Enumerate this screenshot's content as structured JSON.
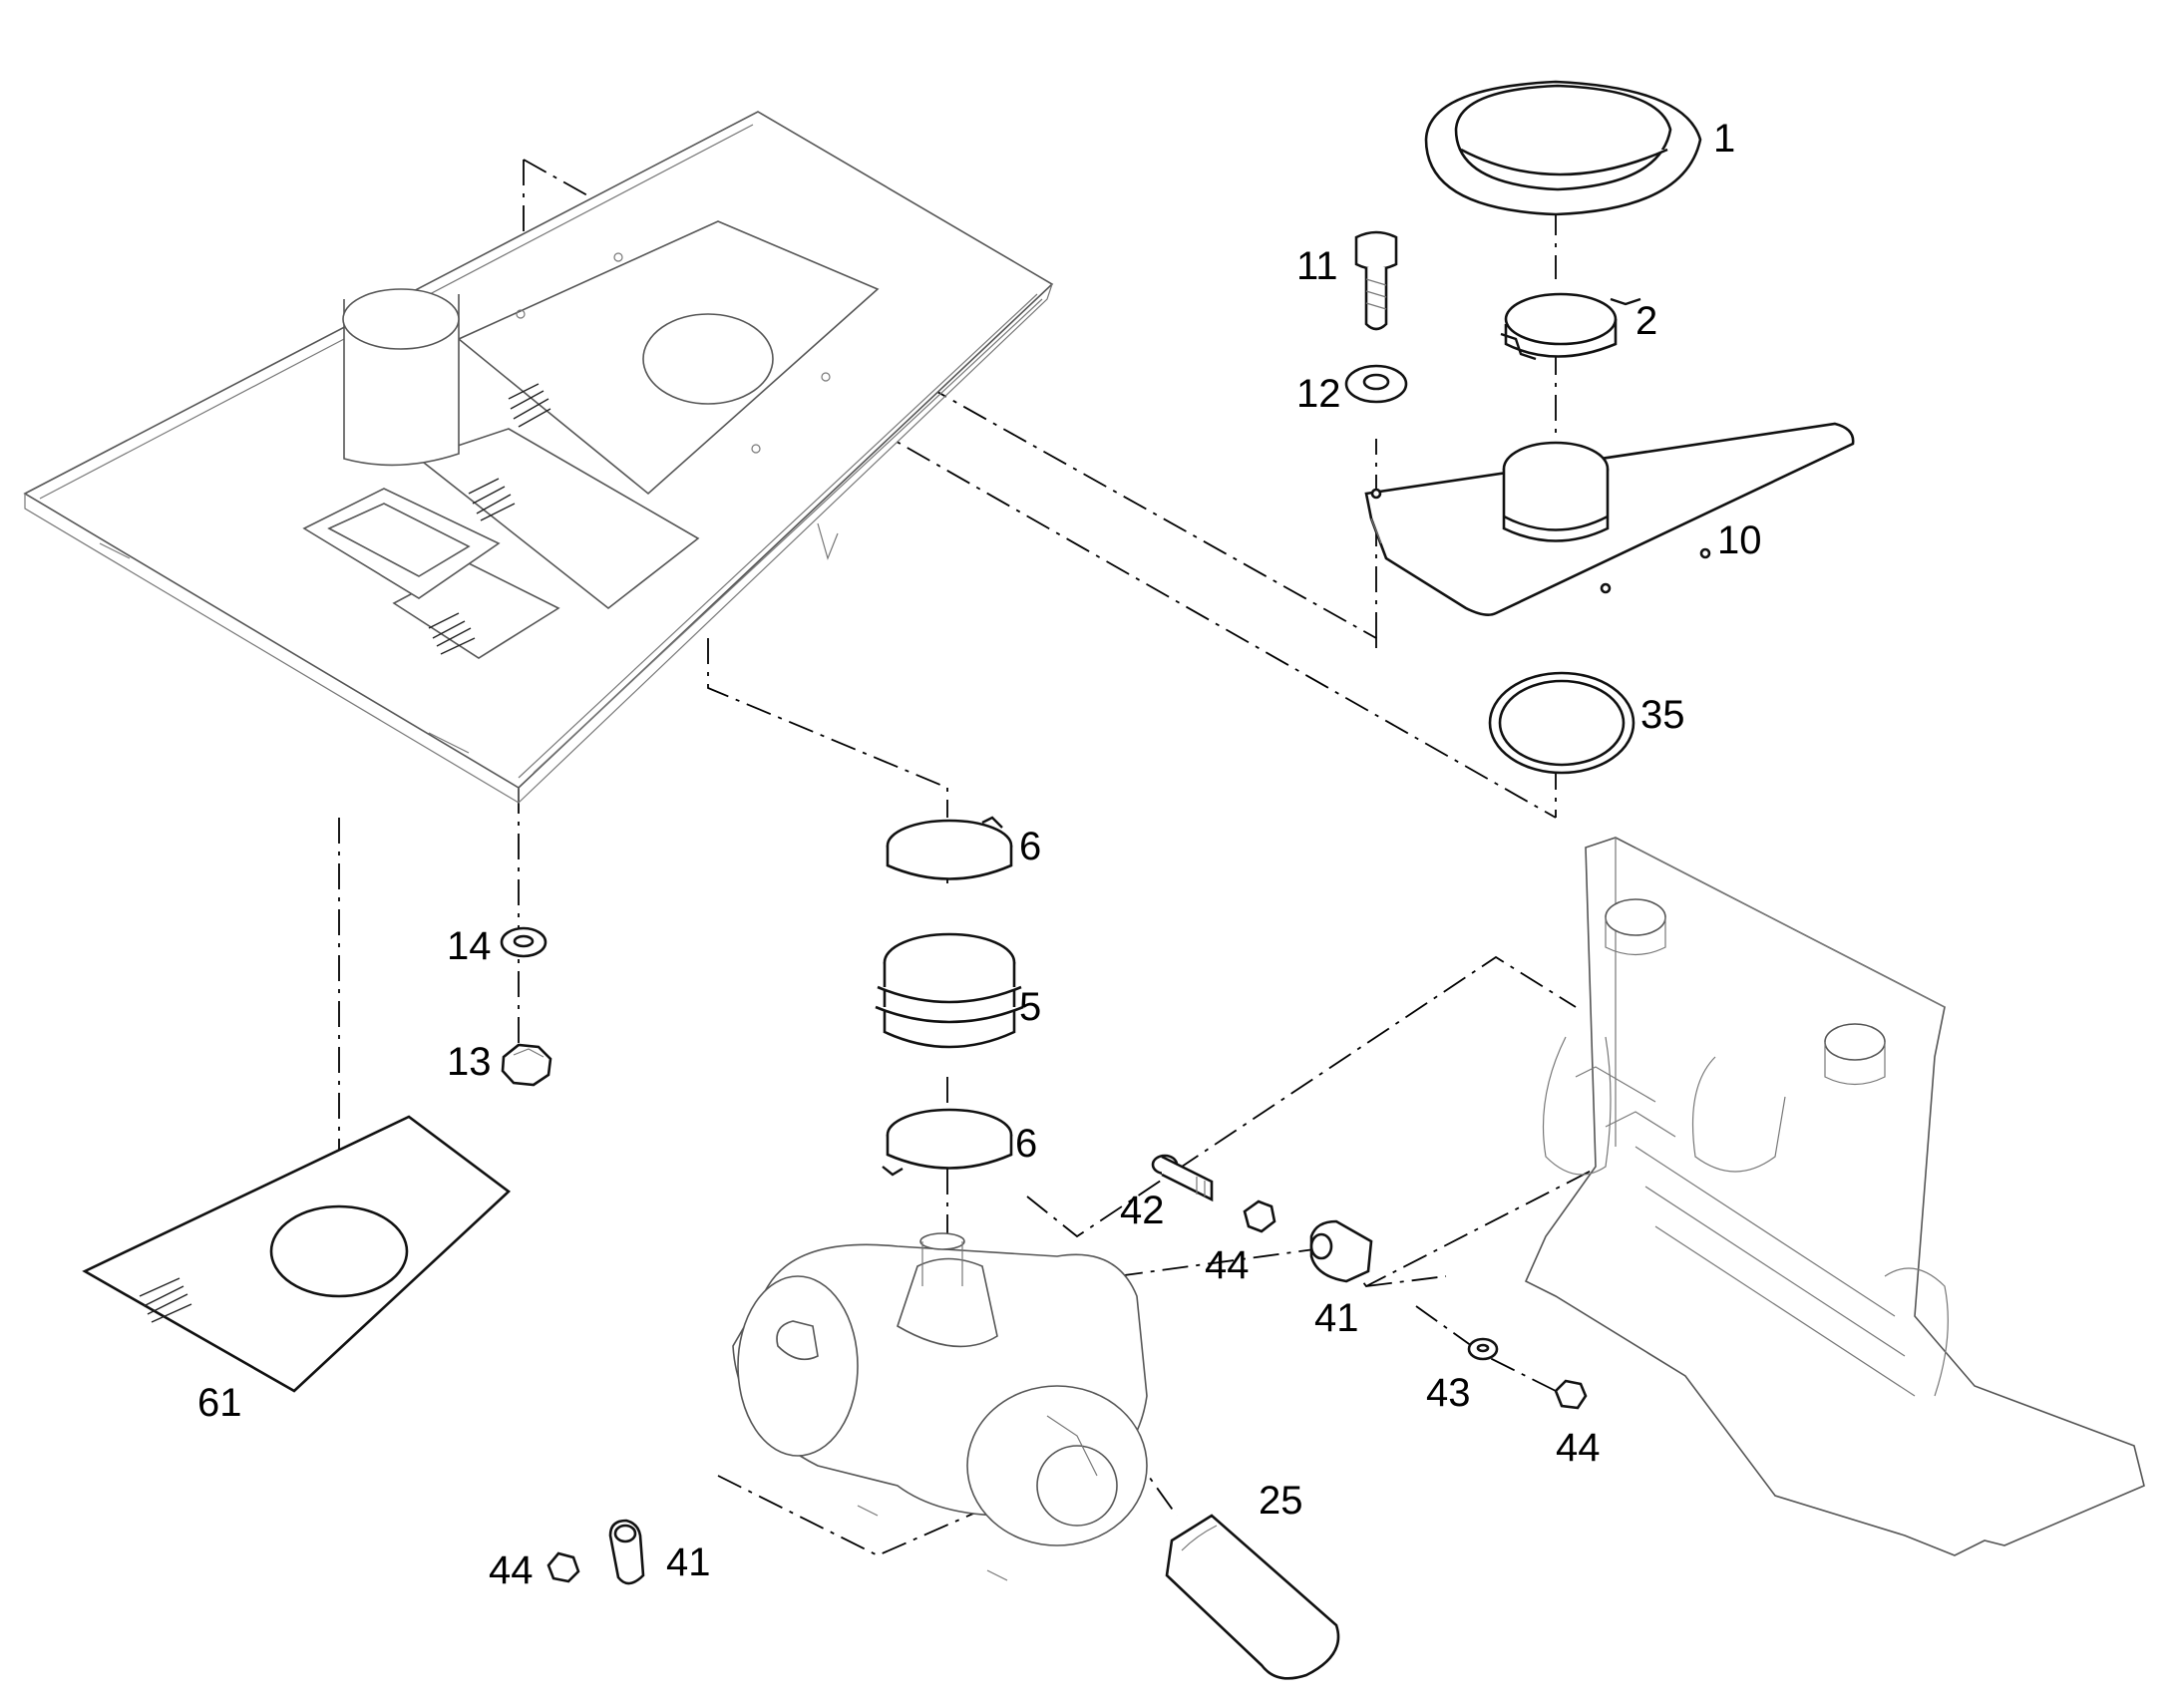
{
  "callouts": {
    "c1": "1",
    "c2": "2",
    "c5": "5",
    "c6a": "6",
    "c6b": "6",
    "c10": "10",
    "c11": "11",
    "c12": "12",
    "c13": "13",
    "c14": "14",
    "c25": "25",
    "c35": "35",
    "c41a": "41",
    "c41b": "41",
    "c42": "42",
    "c43": "43",
    "c44a": "44",
    "c44b": "44",
    "c44c": "44",
    "c61": "61"
  }
}
